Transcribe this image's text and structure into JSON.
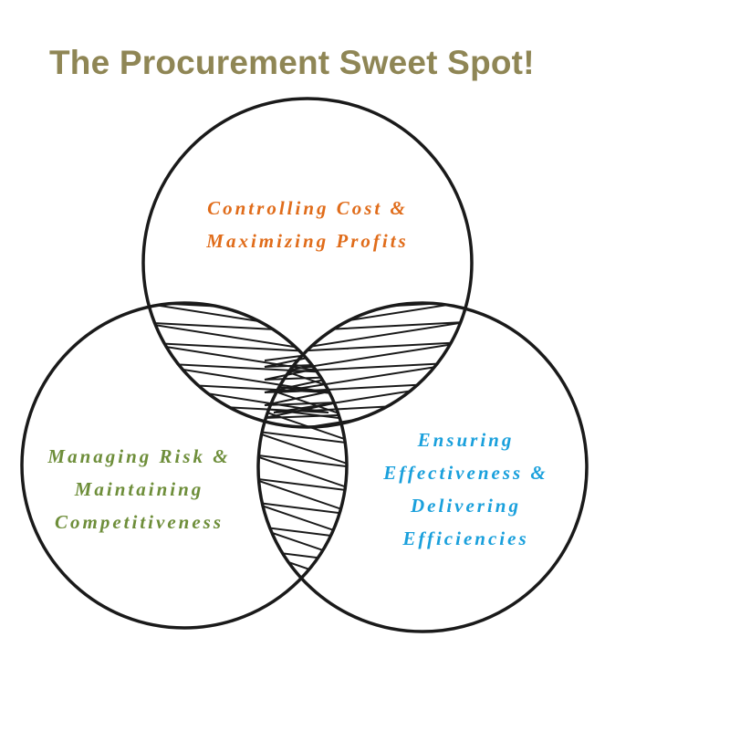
{
  "title": "The Procurement Sweet Spot!",
  "circles": {
    "top": {
      "lines": [
        "Controlling Cost &",
        "Maximizing Profits"
      ],
      "color": "#e06c1a"
    },
    "left": {
      "lines": [
        "Managing Risk &",
        "Maintaining",
        "Competitiveness"
      ],
      "color": "#6e8e3a"
    },
    "right": {
      "lines": [
        "Ensuring",
        "Effectiveness &",
        "Delivering",
        "Efficiencies"
      ],
      "color": "#1aa0dc"
    }
  }
}
